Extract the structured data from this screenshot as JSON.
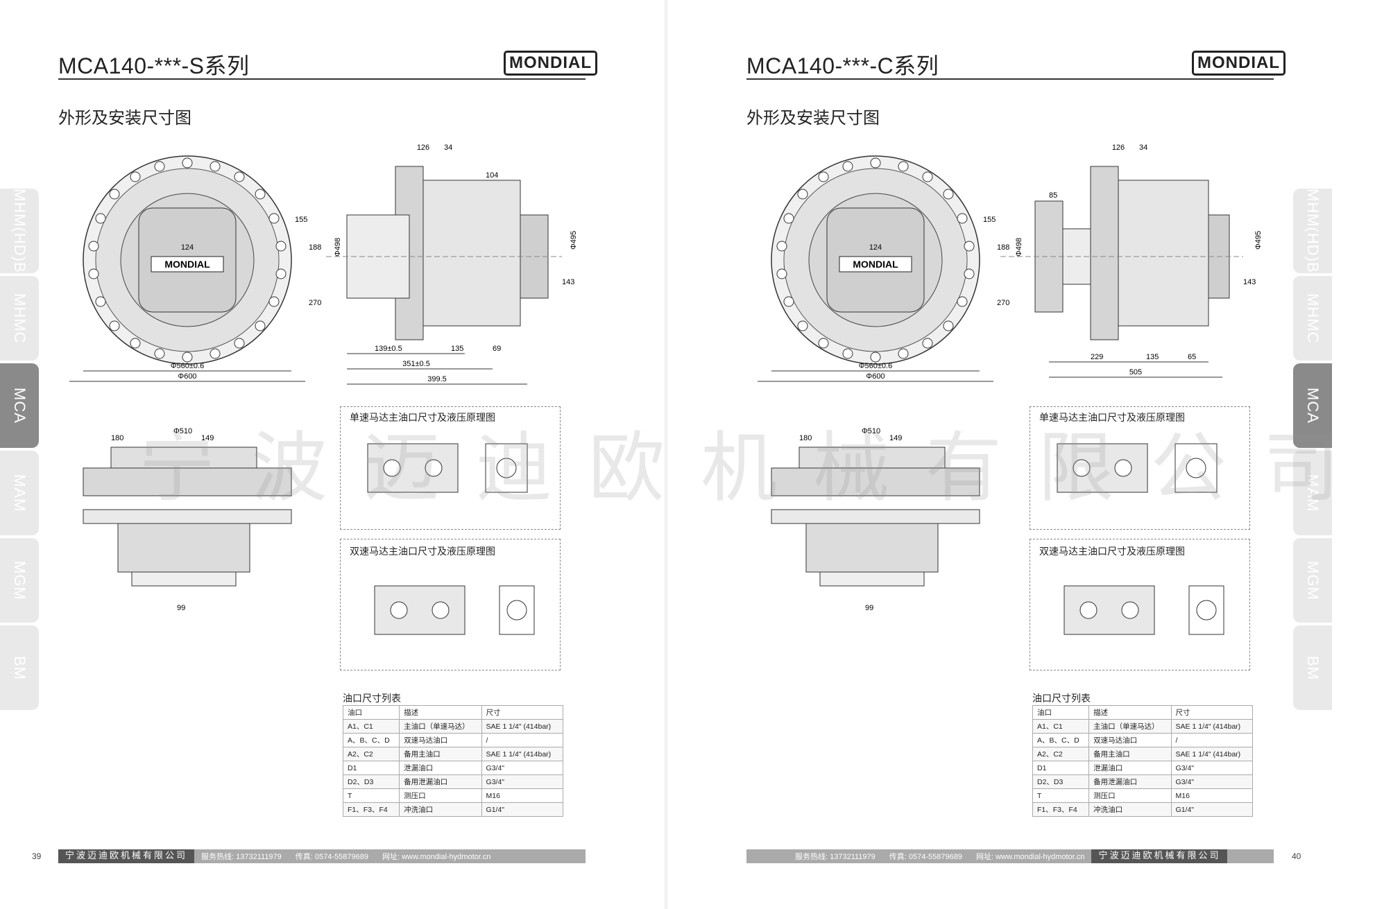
{
  "left_page": {
    "title": "MCA140-***-S系列",
    "logo": "MONDIAL",
    "subtitle": "外形及安装尺寸图",
    "single_speed_caption": "单速马达主油口尺寸及液压原理图",
    "dual_speed_caption": "双速马达主油口尺寸及液压原理图",
    "table_title": "油口尺寸列表",
    "page_number": "39",
    "dims": {
      "d560": "Φ560±0.6",
      "d600": "Φ600",
      "d498": "Φ498",
      "d495": "Φ495",
      "d510": "Φ510",
      "w124": "124",
      "w126": "126",
      "w34": "34",
      "w104": "104",
      "w351": "351±0.5",
      "w399": "399.5",
      "w139": "139±0.5",
      "w135": "135",
      "w69": "69",
      "w180": "180",
      "w149": "149",
      "w99": "99",
      "h155": "155",
      "h188": "188",
      "h270": "270",
      "h143": "143"
    }
  },
  "right_page": {
    "title": "MCA140-***-C系列",
    "logo": "MONDIAL",
    "subtitle": "外形及安装尺寸图",
    "single_speed_caption": "单速马达主油口尺寸及液压原理图",
    "dual_speed_caption": "双速马达主油口尺寸及液压原理图",
    "table_title": "油口尺寸列表",
    "page_number": "40",
    "dims": {
      "d560": "Φ560±0.6",
      "d600": "Φ600",
      "d498": "Φ498",
      "d495": "Φ495",
      "d510": "Φ510",
      "w124": "124",
      "w126": "126",
      "w34": "34",
      "w85": "85",
      "w229": "229",
      "w505": "505",
      "w135": "135",
      "w65": "65",
      "w180": "180",
      "w149": "149",
      "w99": "99",
      "h155": "155",
      "h188": "188",
      "h270": "270",
      "h143": "143"
    }
  },
  "watermark": "宁波迈迪欧机械有限公司",
  "ports_table": {
    "headers": [
      "油口",
      "描述",
      "尺寸"
    ],
    "rows": [
      [
        "A1、C1",
        "主油口（单速马达）",
        "SAE 1 1/4\" (414bar)"
      ],
      [
        "A、B、C、D",
        "双速马达油口",
        "/"
      ],
      [
        "A2、C2",
        "备用主油口",
        "SAE 1 1/4\" (414bar)"
      ],
      [
        "D1",
        "泄漏油口",
        "G3/4\""
      ],
      [
        "D2、D3",
        "备用泄漏油口",
        "G3/4\""
      ],
      [
        "T",
        "测压口",
        "M16"
      ],
      [
        "F1、F3、F4",
        "冲洗油口",
        "G1/4\""
      ]
    ]
  },
  "footer": {
    "company": "宁波迈迪欧机械有限公司",
    "hotline": "服务热线: 13732111979",
    "fax": "传真: 0574-55879689",
    "website": "网址: www.mondial-hydmotor.cn"
  },
  "side_tabs": [
    "MHM(HD)B",
    "MHMC",
    "MCA",
    "MAM",
    "MGM",
    "BM"
  ],
  "active_tab": "MCA"
}
